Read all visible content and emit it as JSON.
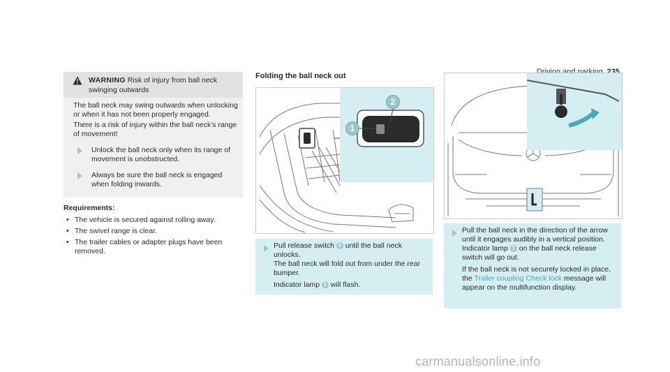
{
  "header": {
    "section": "Driving and parking",
    "page": "235"
  },
  "warning": {
    "label": "WARNING",
    "title": "Risk of injury from ball neck swinging outwards",
    "paragraphs": [
      "The ball neck may swing outwards when unlocking or when it has not been properly engaged.",
      "There is a risk of injury within the ball neck's range of movement!"
    ],
    "steps": [
      "Unlock the ball neck only when its range of movement is unobstructed.",
      "Always be sure the ball neck is engaged when folding inwards."
    ]
  },
  "requirements": {
    "heading": "Requirements:",
    "items": [
      "The vehicle is secured against rolling away.",
      "The swivel range is clear.",
      "The trailer cables or adapter plugs have been removed."
    ]
  },
  "section_title": "Folding the ball neck out",
  "figure1": {
    "callout1": "1",
    "callout2": "2"
  },
  "instruction1": {
    "pre": "Pull release switch",
    "num_switch": "2",
    "post": "until the ball neck unlocks.",
    "line2": "The ball neck will fold out from under the rear bumper.",
    "lamp_pre": "Indicator lamp",
    "num_lamp": "1",
    "lamp_post": "will flash."
  },
  "instruction2": {
    "line1": "Pull the ball neck in the direction of the arrow until it engages audibly in a vertical position.",
    "lamp_pre": "Indicator lamp",
    "num_lamp": "1",
    "lamp_post": "on the ball neck release switch will go out.",
    "p2_pre": "If the ball neck is not securely locked in place, the",
    "p2_link": "Trailer coupling Check lock",
    "p2_post": "message will appear on the multifunction display."
  },
  "watermark": "carmanualsonline.info",
  "colors": {
    "accent": "#9ec7cd",
    "instruction_bg": "#d5eef1",
    "link": "#4aa8b3",
    "warning_bg": "#f0f0f0"
  }
}
